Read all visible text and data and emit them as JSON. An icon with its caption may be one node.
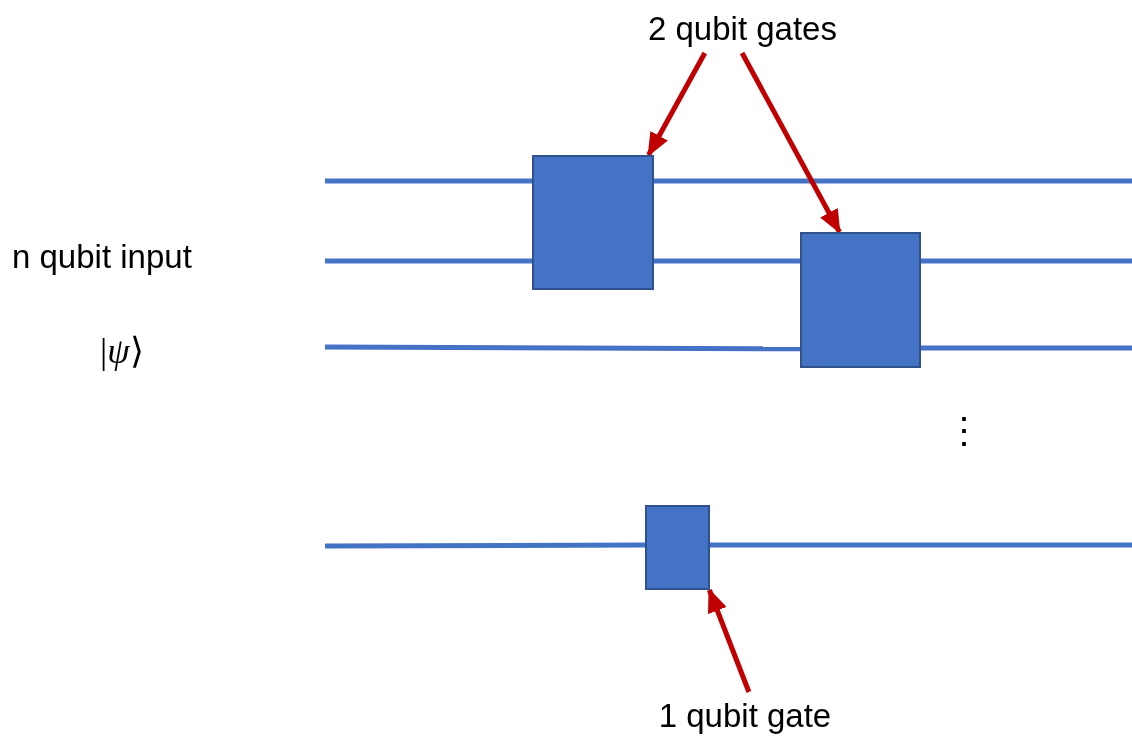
{
  "diagram": {
    "nodes": [
      {
        "text": [
          "2 qubit gates"
        ]
      },
      {
        "text": [],
        "shape": "box"
      },
      {
        "text": [],
        "shape": "box"
      },
      {
        "text": [],
        "shape": "box"
      },
      {
        "text": [
          "1 qubit gate"
        ]
      }
    ],
    "edges": [
      {
        "from": null,
        "to": 1,
        "arrow": "none"
      },
      {
        "from": 1,
        "to": null,
        "arrow": "none"
      },
      {
        "from": null,
        "to": 1,
        "arrow": "none"
      },
      {
        "from": 1,
        "to": 2,
        "arrow": "none"
      },
      {
        "from": 2,
        "to": null,
        "arrow": "none"
      },
      {
        "from": null,
        "to": 2,
        "arrow": "none"
      },
      {
        "from": 2,
        "to": null,
        "arrow": "none"
      },
      {
        "from": null,
        "to": 3,
        "arrow": "none"
      },
      {
        "from": 3,
        "to": null,
        "arrow": "none"
      },
      {
        "from": 0,
        "to": 1,
        "arrow": "to",
        "color": "#c00000"
      },
      {
        "from": 0,
        "to": 2,
        "arrow": "to",
        "color": "#c00000"
      },
      {
        "from": 4,
        "to": 3,
        "arrow": "to",
        "color": "#c00000"
      }
    ],
    "labels": [
      "n qubit input",
      "|*ψ*⟩",
      "⋮"
    ]
  }
}
